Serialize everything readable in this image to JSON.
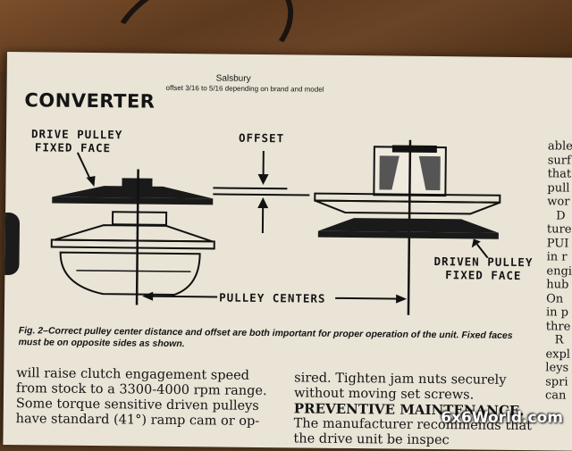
{
  "header": {
    "title": "CONVERTER",
    "brand": "Salsbury",
    "offset_note": "offset 3/16 to 5/16 depending on brand and model"
  },
  "figure": {
    "label_drive": [
      "DRIVE PULLEY",
      "FIXED FACE"
    ],
    "label_offset": "OFFSET",
    "label_driven": [
      "DRIVEN PULLEY",
      "FIXED FACE"
    ],
    "label_centers": "PULLEY CENTERS",
    "caption": "Fig. 2–Correct pulley center distance and offset are both important for proper operation of the unit. Fixed faces must be on opposite sides as shown."
  },
  "body": {
    "col1_lines": [
      "will raise clutch engagement speed",
      "from stock to a 3300-4000 rpm range.",
      "Some torque sensitive driven pulleys",
      "have standard (41°) ramp cam or op-"
    ],
    "col2_lines": [
      "sired. Tighten jam nuts securely",
      "without moving set screws."
    ],
    "heading": "PREVENTIVE MAINTENANCE.",
    "col2_after": [
      "The manufacturer recommends that",
      "the drive unit be inspec"
    ],
    "edge_fragments": [
      "able",
      "surf",
      "that",
      "pull",
      "wor",
      "D",
      "ture",
      "PUI",
      "in r",
      "engi",
      "hub",
      "On",
      "in p",
      "thre",
      "R",
      "expl",
      "leys",
      "spri",
      "can"
    ]
  },
  "watermark": "6x6World.com"
}
